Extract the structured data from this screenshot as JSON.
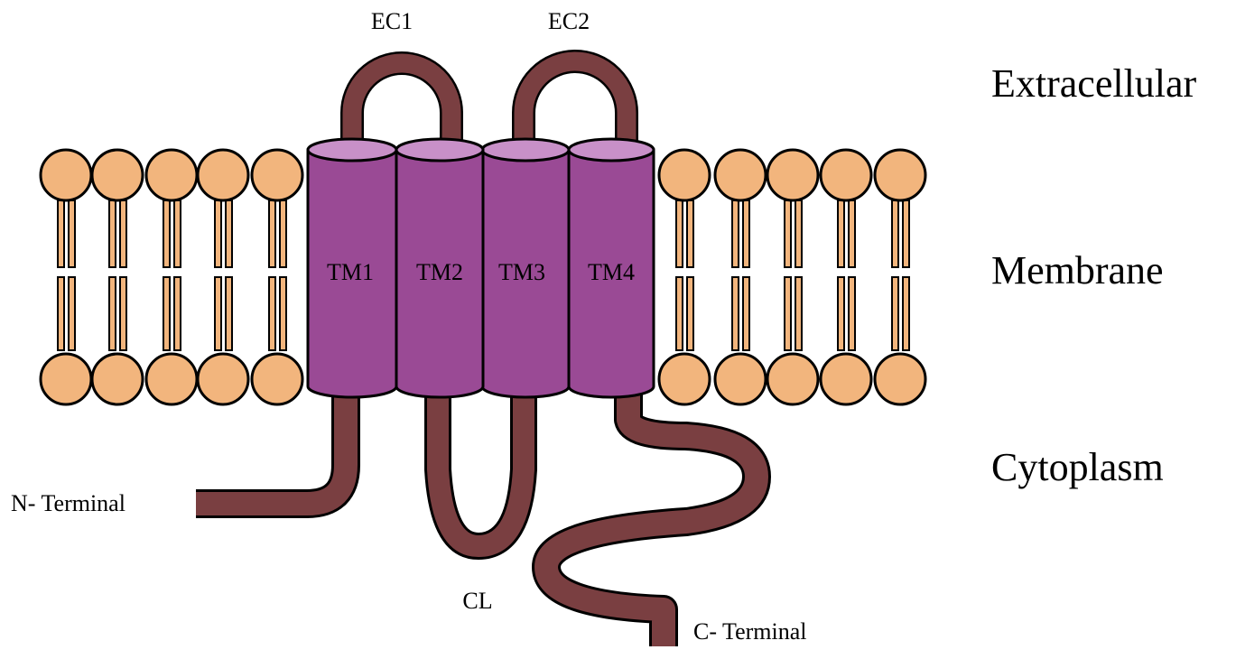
{
  "labels": {
    "ec1": "EC1",
    "ec2": "EC2",
    "cl": "CL",
    "n_terminal": "N- Terminal",
    "c_terminal": "C- Terminal"
  },
  "regions": {
    "extracellular": "Extracellular",
    "membrane": "Membrane",
    "cytoplasm": "Cytoplasm"
  },
  "helices": [
    {
      "label": "TM1"
    },
    {
      "label": "TM2"
    },
    {
      "label": "TM3"
    },
    {
      "label": "TM4"
    }
  ],
  "colors": {
    "helix": "#9a4a95",
    "helix_top": "#c890c8",
    "loop": "#7a3f41",
    "lipid_head": "#f2b57d",
    "outline": "#000000"
  }
}
